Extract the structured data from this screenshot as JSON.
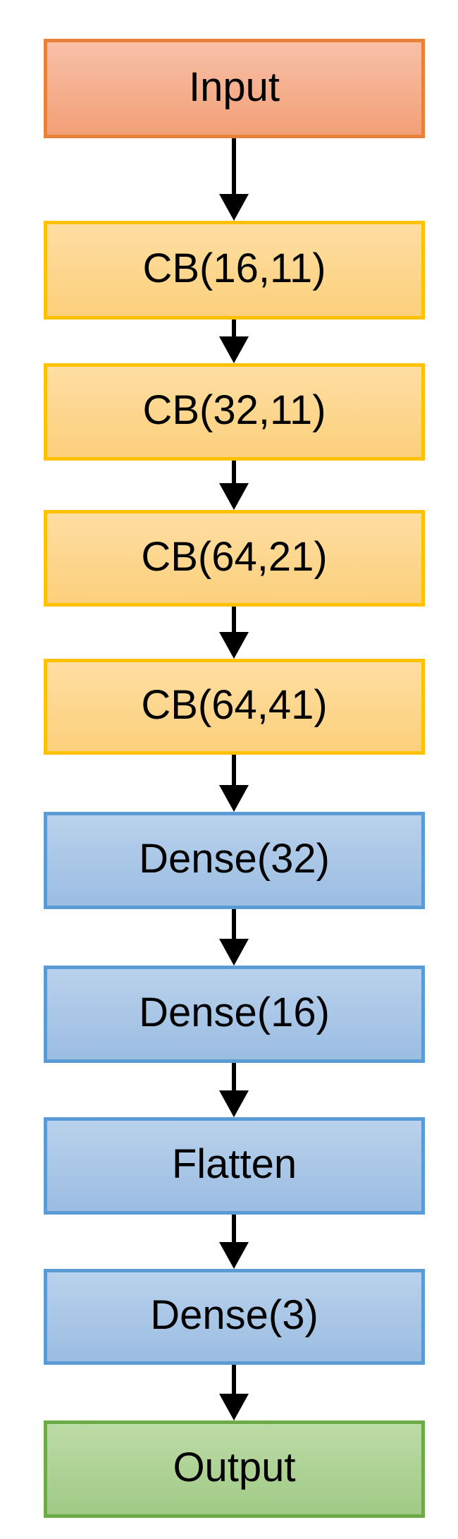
{
  "diagram": {
    "type": "flowchart",
    "flow_direction": "top-to-bottom",
    "arrow_color": "#000000",
    "text_color": "#000000",
    "background_color": "#FFFFFF",
    "nodes": [
      {
        "label": "Input",
        "category": "input-layer",
        "fill_top": "#F8C0A8",
        "fill_bottom": "#F2A076",
        "border_color": "#E8813A"
      },
      {
        "label": "CB(16,11)",
        "category": "conv-block",
        "fill_top": "#FEDEA2",
        "fill_bottom": "#FCD07C",
        "border_color": "#FFC103"
      },
      {
        "label": "CB(32,11)",
        "category": "conv-block",
        "fill_top": "#FEDEA2",
        "fill_bottom": "#FCD07C",
        "border_color": "#FFC103"
      },
      {
        "label": "CB(64,21)",
        "category": "conv-block",
        "fill_top": "#FEDEA2",
        "fill_bottom": "#FCD07C",
        "border_color": "#FFC103"
      },
      {
        "label": "CB(64,41)",
        "category": "conv-block",
        "fill_top": "#FEDEA2",
        "fill_bottom": "#FCD07C",
        "border_color": "#FFC103"
      },
      {
        "label": "Dense(32)",
        "category": "dense-layer",
        "fill_top": "#B9D1EC",
        "fill_bottom": "#9BBDE2",
        "border_color": "#5B9BD5"
      },
      {
        "label": "Dense(16)",
        "category": "dense-layer",
        "fill_top": "#B9D1EC",
        "fill_bottom": "#9BBDE2",
        "border_color": "#5B9BD5"
      },
      {
        "label": "Flatten",
        "category": "dense-layer",
        "fill_top": "#B9D1EC",
        "fill_bottom": "#9BBDE2",
        "border_color": "#5B9BD5"
      },
      {
        "label": "Dense(3)",
        "category": "dense-layer",
        "fill_top": "#B9D1EC",
        "fill_bottom": "#9BBDE2",
        "border_color": "#5B9BD5"
      },
      {
        "label": "Output",
        "category": "output-layer",
        "fill_top": "#BDDBA7",
        "fill_bottom": "#A0CA85",
        "border_color": "#6CAB47"
      }
    ],
    "edges": [
      {
        "from": "Input",
        "to": "CB(16,11)"
      },
      {
        "from": "CB(16,11)",
        "to": "CB(32,11)"
      },
      {
        "from": "CB(32,11)",
        "to": "CB(64,21)"
      },
      {
        "from": "CB(64,21)",
        "to": "CB(64,41)"
      },
      {
        "from": "CB(64,41)",
        "to": "Dense(32)"
      },
      {
        "from": "Dense(32)",
        "to": "Dense(16)"
      },
      {
        "from": "Dense(16)",
        "to": "Flatten"
      },
      {
        "from": "Flatten",
        "to": "Dense(3)"
      },
      {
        "from": "Dense(3)",
        "to": "Output"
      }
    ]
  }
}
